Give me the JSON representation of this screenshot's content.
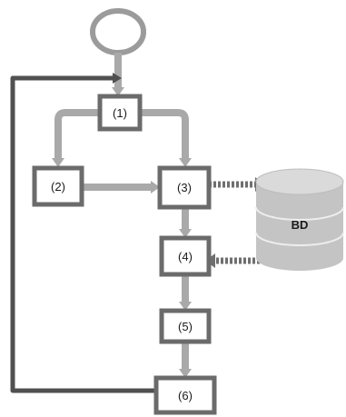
{
  "diagram": {
    "nodes": [
      {
        "id": "n1",
        "label": "(1)"
      },
      {
        "id": "n2",
        "label": "(2)"
      },
      {
        "id": "n3",
        "label": "(3)"
      },
      {
        "id": "n4",
        "label": "(4)"
      },
      {
        "id": "n5",
        "label": "(5)"
      },
      {
        "id": "n6",
        "label": "(6)"
      }
    ],
    "database": {
      "label": "BD"
    },
    "edges": [
      {
        "from": "start",
        "to": "n1",
        "style": "solid"
      },
      {
        "from": "n1",
        "to": "n2",
        "style": "solid"
      },
      {
        "from": "n1",
        "to": "n3",
        "style": "solid"
      },
      {
        "from": "n2",
        "to": "n3",
        "style": "solid"
      },
      {
        "from": "n3",
        "to": "n4",
        "style": "solid"
      },
      {
        "from": "n4",
        "to": "n5",
        "style": "solid"
      },
      {
        "from": "n5",
        "to": "n6",
        "style": "solid"
      },
      {
        "from": "n6",
        "to": "n1",
        "style": "loop"
      },
      {
        "from": "n3",
        "to": "database",
        "style": "dotted"
      },
      {
        "from": "database",
        "to": "n4",
        "style": "dotted"
      }
    ],
    "colors": {
      "flow_arrow": "#a9a9a9",
      "box_border": "#6b6b6b",
      "start_ring": "#9b9b9b",
      "loop_line": "#505050",
      "dotted_arrow": "#6f6f6f",
      "database_fill": "#c4c4c4"
    }
  }
}
